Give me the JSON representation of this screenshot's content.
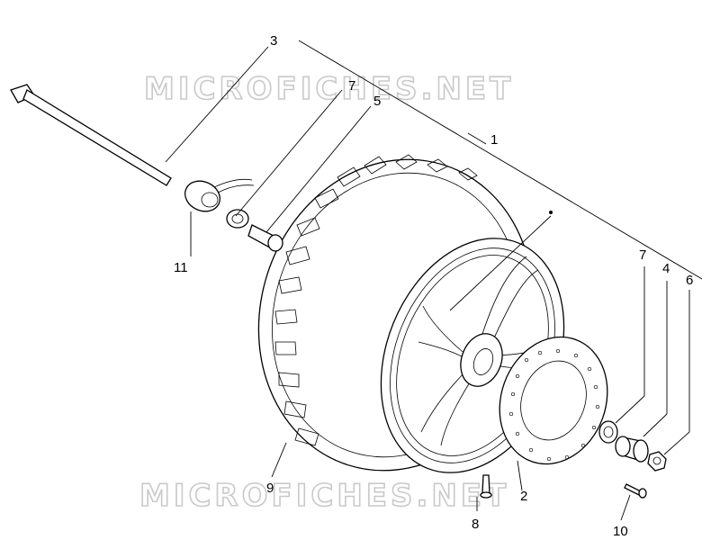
{
  "watermark": {
    "top": "MICROFICHES.NET",
    "bottom": "MICROFICHES.NET"
  },
  "parts": [
    {
      "id": "1",
      "name": "wheel-assembly"
    },
    {
      "id": "2",
      "name": "brake-disc"
    },
    {
      "id": "3",
      "name": "wheel-axle"
    },
    {
      "id": "4",
      "name": "spacer"
    },
    {
      "id": "5",
      "name": "bushing"
    },
    {
      "id": "6",
      "name": "nut"
    },
    {
      "id": "7",
      "name": "bearing"
    },
    {
      "id": "8",
      "name": "valve"
    },
    {
      "id": "9",
      "name": "tyre"
    },
    {
      "id": "10",
      "name": "disc-screw"
    },
    {
      "id": "11",
      "name": "speedometer-drive"
    }
  ],
  "labels": {
    "l1": "1",
    "l2": "2",
    "l3": "3",
    "l4": "4",
    "l5": "5",
    "l6": "6",
    "l7a": "7",
    "l7b": "7",
    "l8": "8",
    "l9": "9",
    "l10": "10",
    "l11": "11"
  }
}
